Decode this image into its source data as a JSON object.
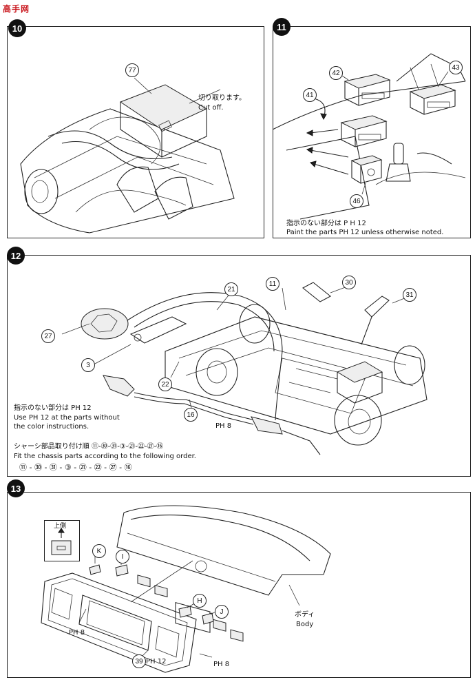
{
  "logo_text": "高手网",
  "steps": {
    "s10": "10",
    "s11": "11",
    "s12": "12",
    "s13": "13"
  },
  "step10": {
    "part": "77",
    "cut_jp": "切り取ります。",
    "cut_en": "Cut off."
  },
  "step11": {
    "parts": [
      "42",
      "43",
      "41",
      "46"
    ],
    "note_jp": "指示のない部分は P H 12",
    "note_en": "Paint the parts PH 12 unless otherwise noted."
  },
  "step12": {
    "parts": [
      "21",
      "11",
      "30",
      "31",
      "27",
      "3",
      "22",
      "16"
    ],
    "ph8": "PH 8",
    "note_jp": "指示のない部分は PH 12",
    "note_en1": "Use PH 12 at the parts without",
    "note_en2": "the color instructions.",
    "order_jp": "シャーシ部品取り付け順 ⑪-㉚-㉛-③-㉑-㉒-㉗-⑯",
    "order_en": "Fit the chassis parts according to the following order.",
    "order_seq": "⑪ - ㉚ - ㉛ - ③ - ㉑ - ㉒ - ㉗ - ⑯"
  },
  "step13": {
    "upper_side": "上側",
    "parts": [
      "K",
      "I",
      "H",
      "J",
      "39"
    ],
    "ph8_left": "PH 8",
    "ph12": "PH 12",
    "ph8_right": "PH 8",
    "body_jp": "ボディ",
    "body_en": "Body"
  }
}
